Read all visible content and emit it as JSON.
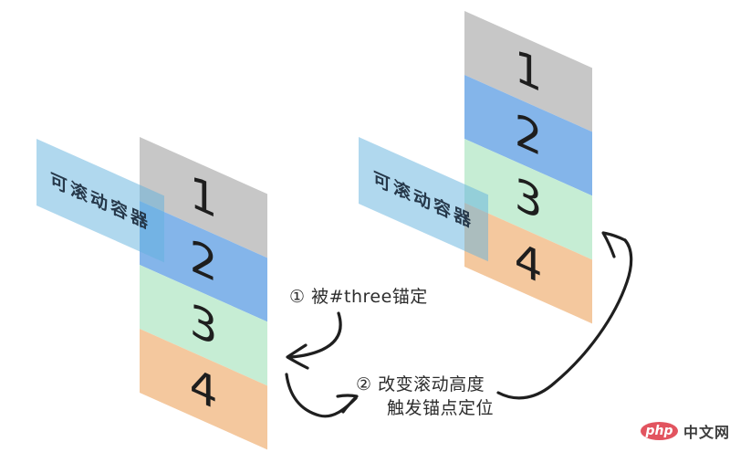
{
  "scene": {
    "background": "#ffffff",
    "scroll_band": {
      "label": "可滚动容器",
      "fill": "rgba(97,177,221,0.5)",
      "text_color": "#26384a"
    },
    "blocks": [
      {
        "label": "1",
        "color": "#c7c7c7"
      },
      {
        "label": "2",
        "color": "#84b5ea"
      },
      {
        "label": "3",
        "color": "#c6edd4"
      },
      {
        "label": "4",
        "color": "#f4c89e"
      }
    ],
    "annotations": {
      "step1": "① 被#three锚定",
      "step2_line1": "② 改变滚动高度",
      "step2_line2": "触发锚点定位",
      "text_color": "#2d2d2d"
    },
    "arrows": {
      "color": "#1f1f1f"
    },
    "logo": {
      "brand": "php",
      "suffix": "中文网",
      "badge_color": "#e2545f",
      "brand_color": "#ffffff",
      "suffix_color": "#3d3d3d"
    }
  }
}
